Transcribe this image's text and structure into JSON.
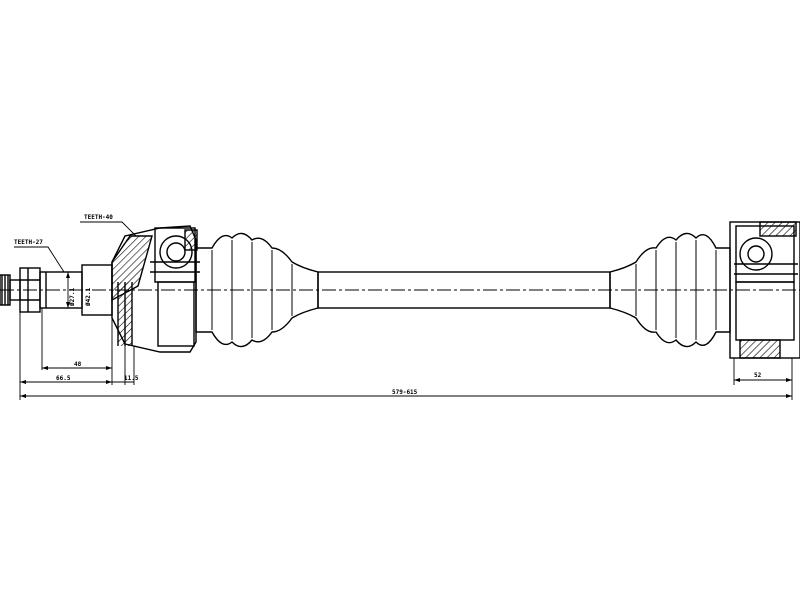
{
  "labels": {
    "teeth_left": "TEETH-27",
    "teeth_top": "TEETH-40",
    "dia_1": "Ø27.1",
    "dia_2": "Ø42.1",
    "dim_48": "48",
    "dim_66": "66.5",
    "dim_11": "11.5",
    "dim_total": "579-615",
    "dim_right": "52"
  },
  "colors": {
    "line": "#000000",
    "background": "#ffffff",
    "hatch": "#000000"
  }
}
